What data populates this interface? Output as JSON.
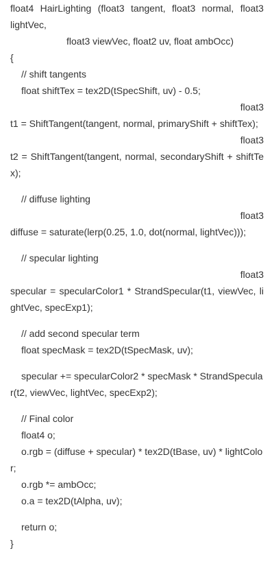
{
  "code": {
    "header_words": [
      "float4",
      "HairLighting",
      "(float3",
      "tangent,",
      "float3",
      "normal,",
      "float3"
    ],
    "header_cont": "lightVec,",
    "header_params": "float3 viewVec, float2 uv, float ambOcc)",
    "brace_open": "{",
    "c_shift": "// shift tangents",
    "shiftTex": "float shiftTex = tex2D(tSpecShift, uv) - 0.5;",
    "t1_type": "float3",
    "t1_line": "t1 = ShiftTangent(tangent, normal, primaryShift + shiftTex);",
    "t2_type": "float3",
    "t2_words": [
      "t2",
      "=",
      "ShiftTangent(tangent,",
      "normal,",
      "secondaryShift",
      "+",
      "shiftTe"
    ],
    "t2_cont": "x);",
    "c_diffuse": "// diffuse lighting",
    "diffuse_type": "float3",
    "diffuse_line": "diffuse = saturate(lerp(0.25, 1.0, dot(normal, lightVec)));",
    "c_specular": "// specular lighting",
    "specular_type": "float3",
    "specular_words": [
      "specular",
      "=",
      "specularColor1",
      "*",
      "StrandSpecular(t1,",
      "viewVec,",
      "li"
    ],
    "specular_cont": "ghtVec, specExp1);",
    "c_second": "// add second specular term",
    "specMask": "float specMask = tex2D(tSpecMask, uv);",
    "spec2_line": "specular += specularColor2 * specMask * StrandSpecula",
    "spec2_cont": "r(t2, viewVec, lightVec, specExp2);",
    "c_final": "// Final color",
    "o_decl": "float4 o;",
    "orgb_line": "o.rgb = (diffuse + specular) * tex2D(tBase, uv) * lightColo",
    "orgb_cont": "r;",
    "orgb_amb": "o.rgb *= ambOcc;",
    "oa_line": "o.a = tex2D(tAlpha, uv);",
    "ret": "return o;",
    "brace_close": "}"
  }
}
